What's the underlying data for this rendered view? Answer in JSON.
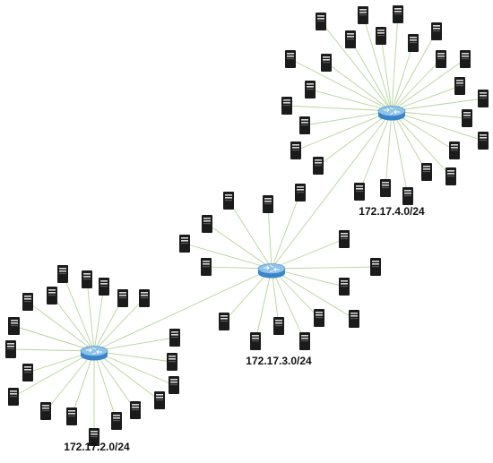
{
  "colors": {
    "link": "#b5d49a",
    "server_body": "#1b1b1b",
    "server_slot": "#d8d8d8",
    "router_top": "#8ec2ea",
    "router_side": "#3a85c8",
    "router_arrow": "#ffffff",
    "label": "#111111"
  },
  "icons": {
    "server": "server-icon",
    "router": "router-icon"
  },
  "networks": [
    {
      "id": "net-2",
      "subnet": "172.17.2.0/24",
      "server_count": 23
    },
    {
      "id": "net-3",
      "subnet": "172.17.3.0/24",
      "server_count": 17
    },
    {
      "id": "net-4",
      "subnet": "172.17.4.0/24",
      "server_count": 28
    }
  ],
  "inter_router_links": [
    {
      "from": "net-2",
      "to": "net-3"
    },
    {
      "from": "net-3",
      "to": "net-4"
    }
  ]
}
